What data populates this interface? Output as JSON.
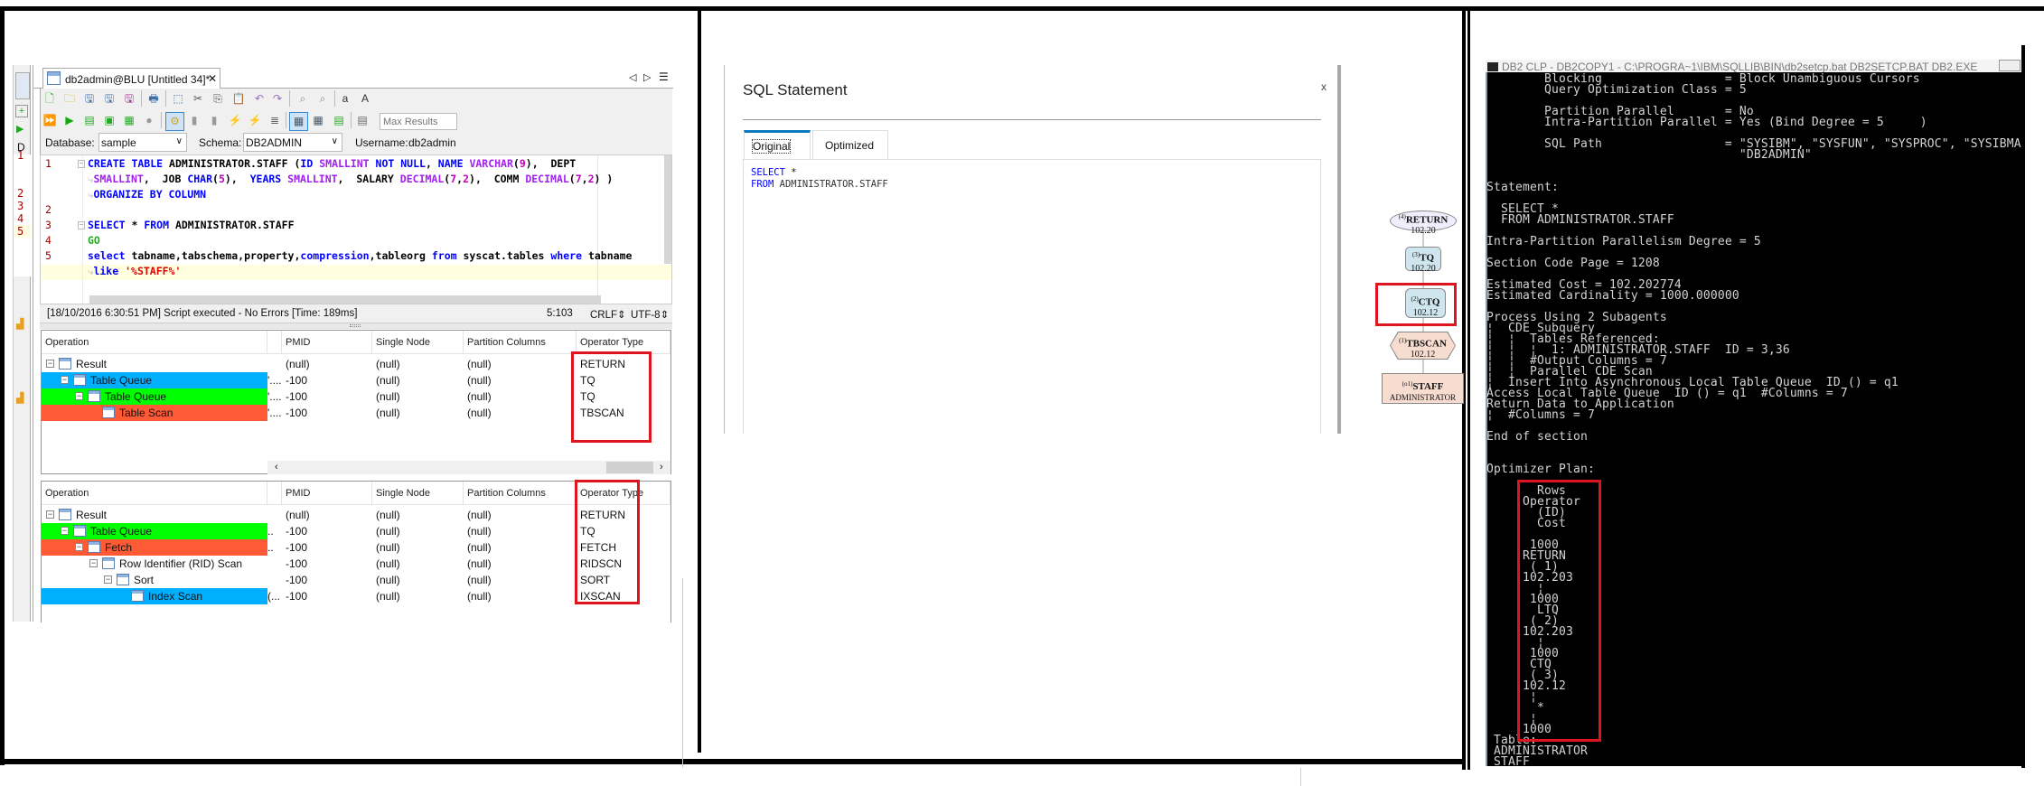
{
  "editor": {
    "tab_title": "db2admin@BLU [Untitled 34]*",
    "max_results_placeholder": "Max Results",
    "database_label": "Database:",
    "database_value": "sample",
    "schema_label": "Schema:",
    "schema_value": "DB2ADMIN",
    "username_label": "Username:",
    "username_value": "db2admin",
    "lines": [
      {
        "num": "1",
        "wrap": false,
        "tokens": [
          [
            "CREATE TABLE",
            "kw"
          ],
          [
            " ADMINISTRATOR.STAFF (",
            "pl"
          ],
          [
            "ID",
            "kw"
          ],
          [
            " ",
            "pl"
          ],
          [
            "SMALLINT",
            "ty"
          ],
          [
            " ",
            "pl"
          ],
          [
            "NOT NULL",
            "kw"
          ],
          [
            ", ",
            "pl"
          ],
          [
            "NAME",
            "kw"
          ],
          [
            " ",
            "pl"
          ],
          [
            "VARCHAR",
            "ty"
          ],
          [
            "(",
            "pl"
          ],
          [
            "9",
            "nm"
          ],
          [
            "),  DEPT",
            "pl"
          ]
        ]
      },
      {
        "num": "",
        "wrap": true,
        "tokens": [
          [
            "SMALLINT",
            "ty"
          ],
          [
            ",  JOB ",
            "pl"
          ],
          [
            "CHAR",
            "kw"
          ],
          [
            "(",
            "pl"
          ],
          [
            "5",
            "nm"
          ],
          [
            "),  ",
            "pl"
          ],
          [
            "YEARS",
            "kw"
          ],
          [
            " ",
            "pl"
          ],
          [
            "SMALLINT",
            "ty"
          ],
          [
            ",  SALARY ",
            "pl"
          ],
          [
            "DECIMAL",
            "ty"
          ],
          [
            "(",
            "pl"
          ],
          [
            "7",
            "nm"
          ],
          [
            ",",
            "pl"
          ],
          [
            "2",
            "nm"
          ],
          [
            "),  COMM ",
            "pl"
          ],
          [
            "DECIMAL",
            "ty"
          ],
          [
            "(",
            "pl"
          ],
          [
            "7",
            "nm"
          ],
          [
            ",",
            "pl"
          ],
          [
            "2",
            "nm"
          ],
          [
            ") )",
            "pl"
          ]
        ]
      },
      {
        "num": "",
        "wrap": true,
        "tokens": [
          [
            "ORGANIZE BY COLUMN",
            "kw"
          ]
        ]
      },
      {
        "num": "2",
        "wrap": false,
        "tokens": []
      },
      {
        "num": "3",
        "wrap": false,
        "tokens": [
          [
            "SELECT",
            "kw"
          ],
          [
            " * ",
            "pl"
          ],
          [
            "FROM",
            "kw"
          ],
          [
            " ADMINISTRATOR.STAFF",
            "pl"
          ]
        ]
      },
      {
        "num": "4",
        "wrap": false,
        "tokens": [
          [
            "GO",
            "gr"
          ]
        ]
      },
      {
        "num": "5",
        "wrap": false,
        "tokens": [
          [
            "select",
            "kw"
          ],
          [
            " tabname,tabschema,property,",
            "pl"
          ],
          [
            "compression",
            "kw"
          ],
          [
            ",tableorg ",
            "pl"
          ],
          [
            "from",
            "kw"
          ],
          [
            " syscat.tables ",
            "pl"
          ],
          [
            "where",
            "kw"
          ],
          [
            " tabname",
            "pl"
          ]
        ]
      },
      {
        "num": "",
        "wrap": true,
        "tokens": [
          [
            "like",
            "kw"
          ],
          [
            " ",
            "pl"
          ],
          [
            "'%STAFF%'",
            "st"
          ]
        ]
      }
    ],
    "status_message": "[18/10/2016 6:30:51 PM] Script executed - No Errors [Time: 189ms]",
    "cursor_position": "5:103",
    "line_ending": "CRLF",
    "encoding": "UTF-8"
  },
  "sidebar": {
    "line_numbers": [
      "1",
      "2",
      "3",
      "4",
      "5"
    ],
    "label": "D"
  },
  "grid_columns": [
    "Operation",
    "PMID",
    "Single Node",
    "Partition Columns",
    "Operator Type"
  ],
  "grid1": [
    {
      "op": "Result",
      "level": 0,
      "extra": "",
      "pmid": "(null)",
      "single": "(null)",
      "part": "(null)",
      "type": "RETURN",
      "color": ""
    },
    {
      "op": "Table Queue",
      "level": 1,
      "extra": "'....",
      "pmid": "-100",
      "single": "(null)",
      "part": "(null)",
      "type": "TQ",
      "color": "#00b0ff"
    },
    {
      "op": "Table Queue",
      "level": 2,
      "extra": "'....",
      "pmid": "-100",
      "single": "(null)",
      "part": "(null)",
      "type": "TQ",
      "color": "#00ff00"
    },
    {
      "op": "Table Scan",
      "level": 3,
      "extra": "'....",
      "pmid": "-100",
      "single": "(null)",
      "part": "(null)",
      "type": "TBSCAN",
      "color": "#ff5a36"
    }
  ],
  "grid2": [
    {
      "op": "Result",
      "level": 0,
      "extra": "",
      "pmid": "(null)",
      "single": "(null)",
      "part": "(null)",
      "type": "RETURN",
      "color": ""
    },
    {
      "op": "Table Queue",
      "level": 1,
      "extra": "..",
      "pmid": "-100",
      "single": "(null)",
      "part": "(null)",
      "type": "TQ",
      "color": "#00ff00"
    },
    {
      "op": "Fetch",
      "level": 2,
      "extra": "..",
      "pmid": "-100",
      "single": "(null)",
      "part": "(null)",
      "type": "FETCH",
      "color": "#ff5a36"
    },
    {
      "op": "Row Identifier (RID) Scan",
      "level": 3,
      "extra": "",
      "pmid": "-100",
      "single": "(null)",
      "part": "(null)",
      "type": "RIDSCN",
      "color": ""
    },
    {
      "op": "Sort",
      "level": 4,
      "extra": "",
      "pmid": "-100",
      "single": "(null)",
      "part": "(null)",
      "type": "SORT",
      "color": ""
    },
    {
      "op": "Index Scan",
      "level": 5,
      "extra": "(...",
      "pmid": "-100",
      "single": "(null)",
      "part": "(null)",
      "type": "IXSCAN",
      "color": "#00b0ff"
    }
  ],
  "dialog": {
    "title": "SQL Statement",
    "close": "x",
    "tabs": [
      "Original",
      "Optimized"
    ],
    "sql_kw1": "SELECT",
    "sql_rest1": " *",
    "sql_kw2": "FROM",
    "sql_rest2": " ADMINISTRATOR.STAFF"
  },
  "plan_graph": [
    {
      "id": "(4)",
      "op": "RETURN",
      "sub": "102.20"
    },
    {
      "id": "(3)",
      "op": "TQ",
      "sub": "102.20"
    },
    {
      "id": "(2)",
      "op": "CTQ",
      "sub": "102.12"
    },
    {
      "id": "(1)",
      "op": "TBSCAN",
      "sub": "102.12"
    },
    {
      "id": "(o1)",
      "op": "STAFF",
      "sub": "ADMINISTRATOR"
    }
  ],
  "console": {
    "title": "DB2 CLP - DB2COPY1 - C:\\PROGRA~1\\IBM\\SQLLIB\\BIN\\db2setcp.bat DB2SETCP.BAT DB2.EXE",
    "lines": [
      "        Blocking                 = Block Unambiguous Cursors",
      "        Query Optimization Class = 5",
      "",
      "        Partition Parallel       = No",
      "        Intra-Partition Parallel = Yes (Bind Degree = 5     )",
      "",
      "        SQL Path                 = \"SYSIBM\", \"SYSFUN\", \"SYSPROC\", \"SYSIBMADM\",",
      "                                   \"DB2ADMIN\"",
      "",
      "",
      "Statement:",
      "",
      "  SELECT *",
      "  FROM ADMINISTRATOR.STAFF",
      "",
      "Intra-Partition Parallelism Degree = 5",
      "",
      "Section Code Page = 1208",
      "",
      "Estimated Cost = 102.202774",
      "Estimated Cardinality = 1000.000000",
      "",
      "Process Using 2 Subagents",
      "¦  CDE Subquery",
      "¦  ¦  Tables Referenced:",
      "¦  ¦  ¦  1: ADMINISTRATOR.STAFF  ID = 3,36",
      "¦  ¦  #Output Columns = 7",
      "¦  ¦  Parallel CDE Scan",
      "¦  Insert Into Asynchronous Local Table Queue  ID () = q1",
      "Access Local Table Queue  ID () = q1  #Columns = 7",
      "Return Data to Application",
      "¦  #Columns = 7",
      "",
      "End of section",
      "",
      "",
      "Optimizer Plan:",
      "",
      "       Rows",
      "     Operator",
      "       (ID)",
      "       Cost",
      "",
      "      1000",
      "     RETURN",
      "      ( 1)",
      "     102.203",
      "       ¦",
      "      1000",
      "       LTQ",
      "      ( 2)",
      "     102.203",
      "       ¦",
      "      1000",
      "      CTQ",
      "      ( 3)",
      "     102.12",
      "      ¦",
      "       *",
      "      ¦",
      "     1000",
      " Table:",
      " ADMINISTRATOR",
      " STAFF"
    ]
  },
  "colors": {
    "highlight_blue": "#00b0ff",
    "highlight_green": "#00ff00",
    "highlight_red": "#ff5a36",
    "annotation_red": "#e0141e"
  }
}
